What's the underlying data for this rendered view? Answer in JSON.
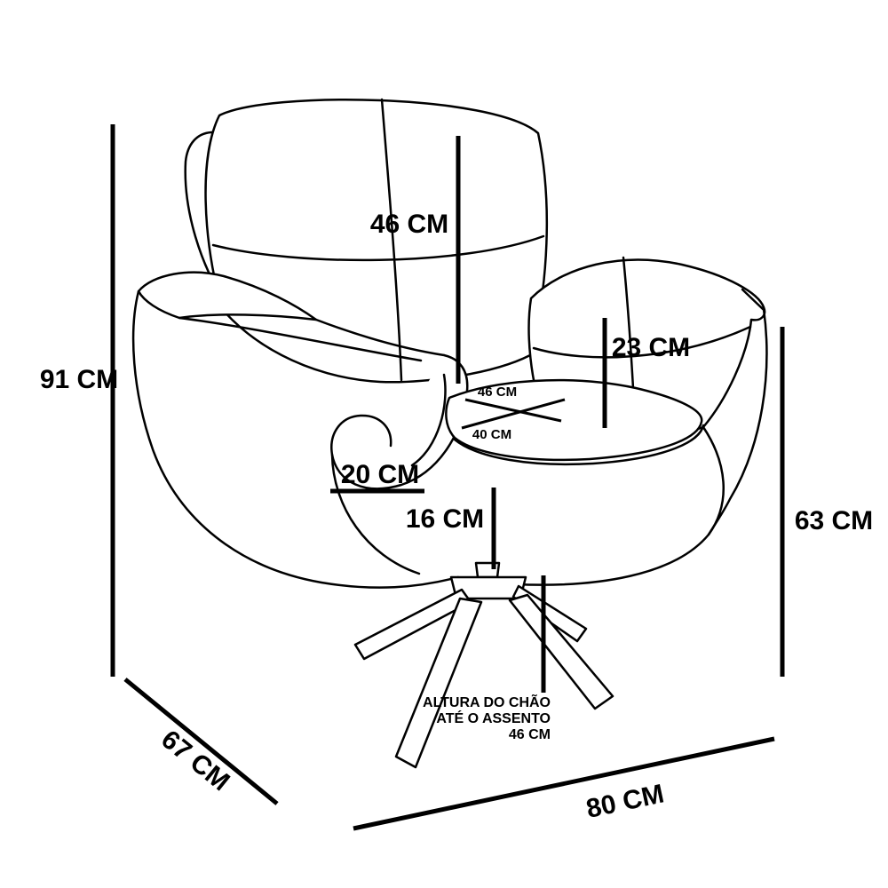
{
  "diagram": {
    "subject": "armchair-dimension-drawing",
    "colors": {
      "line": "#000000",
      "background": "#ffffff"
    },
    "labels": {
      "overall_height": "91 CM",
      "backrest_height": "46 CM",
      "cushion_height": "23 CM",
      "armrest_depth": "20 CM",
      "seat_thickness": "16 CM",
      "arm_floor_height": "63 CM",
      "depth": "67 CM",
      "width": "80 CM",
      "seat_width": "46 CM",
      "seat_depth": "40 CM"
    },
    "floor_note": {
      "line1": "ALTURA DO CHÃO",
      "line2": "ATÉ O ASSENTO",
      "line3": "46 CM"
    }
  }
}
